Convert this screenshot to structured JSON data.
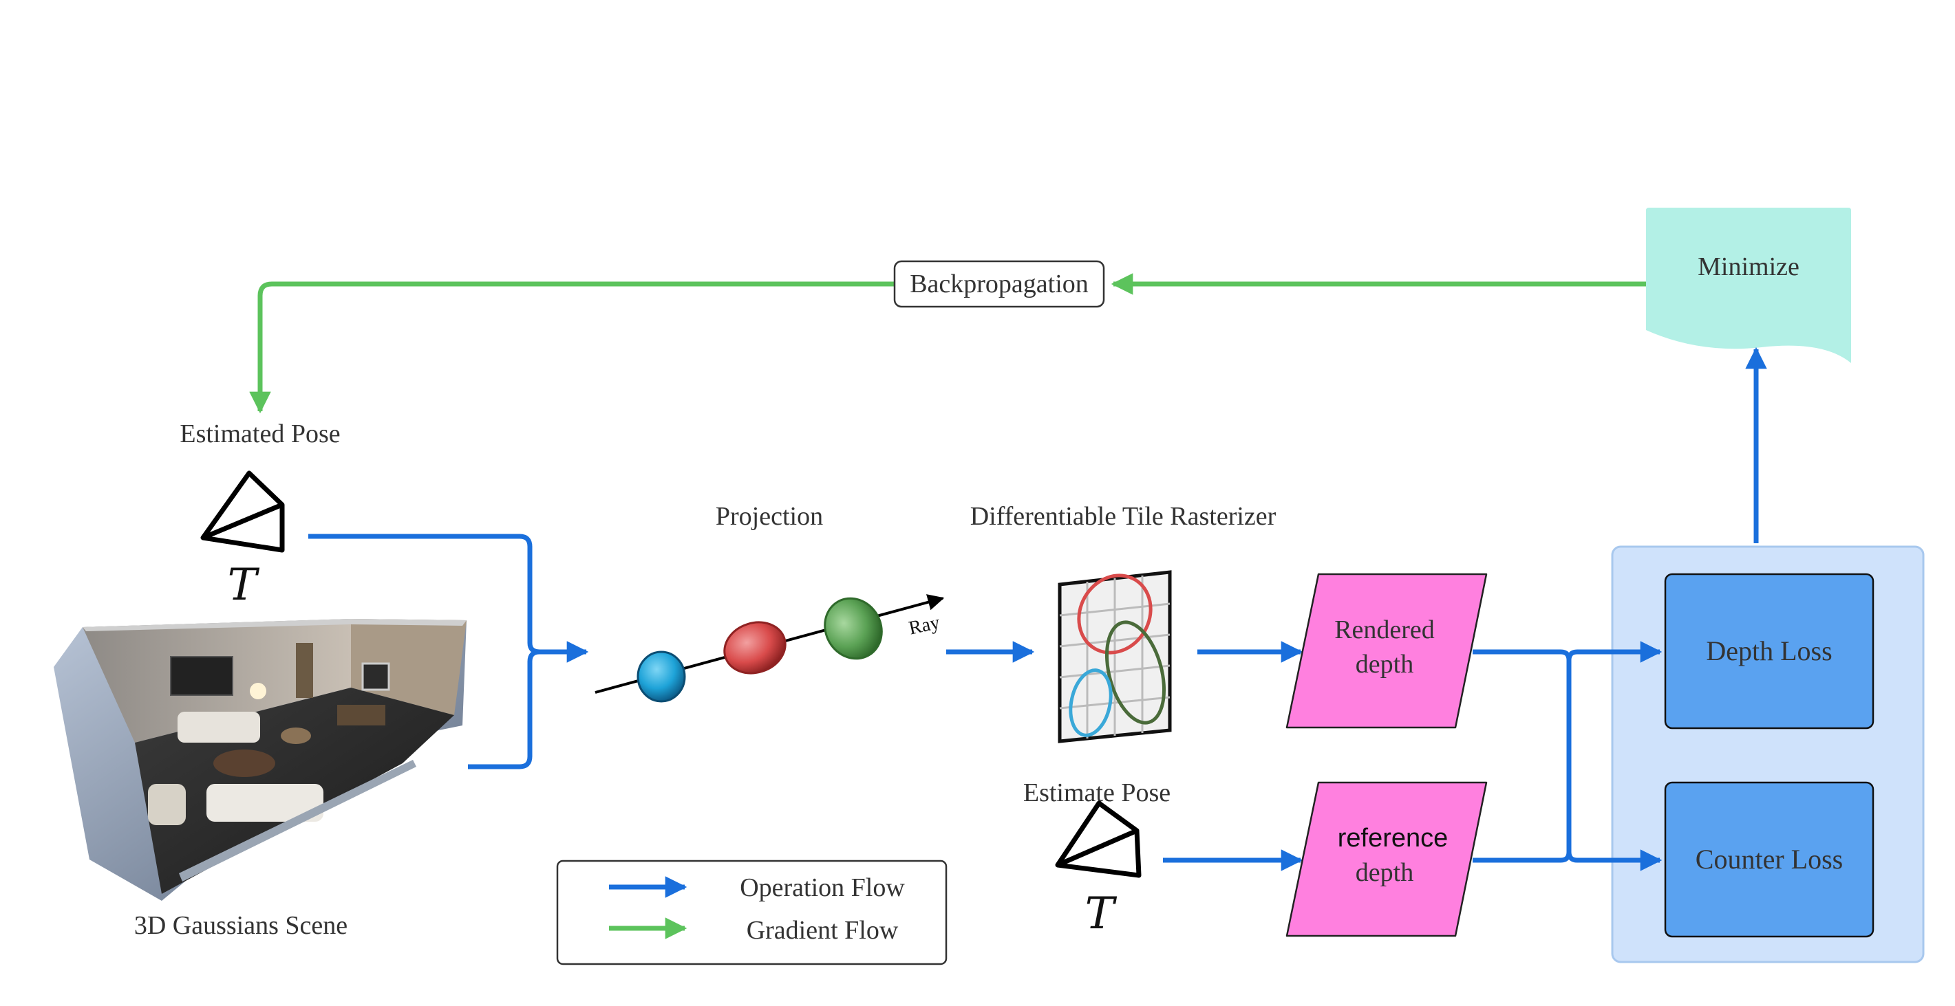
{
  "colors": {
    "operation_flow": "#1a6fdc",
    "gradient_flow": "#5cc35c",
    "minimize_fill": "#b3f0e6",
    "depth_box_fill": "#ff80df",
    "loss_box_fill": "#5aa2f0",
    "loss_panel_fill": "#cfe2fb",
    "gaussian_blue": "#1ea3d8",
    "gaussian_red": "#d94b4b",
    "gaussian_green": "#5ba255"
  },
  "labels": {
    "backpropagation": "Backpropagation",
    "minimize": "Minimize",
    "estimated_pose": "Estimated  Pose",
    "estimated_pose_symbol": "T",
    "scene_caption": "3D Gaussians Scene",
    "projection": "Projection",
    "ray": "Ray",
    "rasterizer": "Differentiable Tile Rasterizer",
    "estimate_pose": "Estimate  Pose",
    "estimate_pose_symbol": "T",
    "rendered_depth_line1": "Rendered",
    "rendered_depth_line2": "depth",
    "reference_depth_line1": "reference",
    "reference_depth_line2": "depth",
    "depth_loss": "Depth Loss",
    "counter_loss": "Counter Loss"
  },
  "legend": {
    "operation_flow": "Operation Flow",
    "gradient_flow": "Gradient Flow"
  }
}
